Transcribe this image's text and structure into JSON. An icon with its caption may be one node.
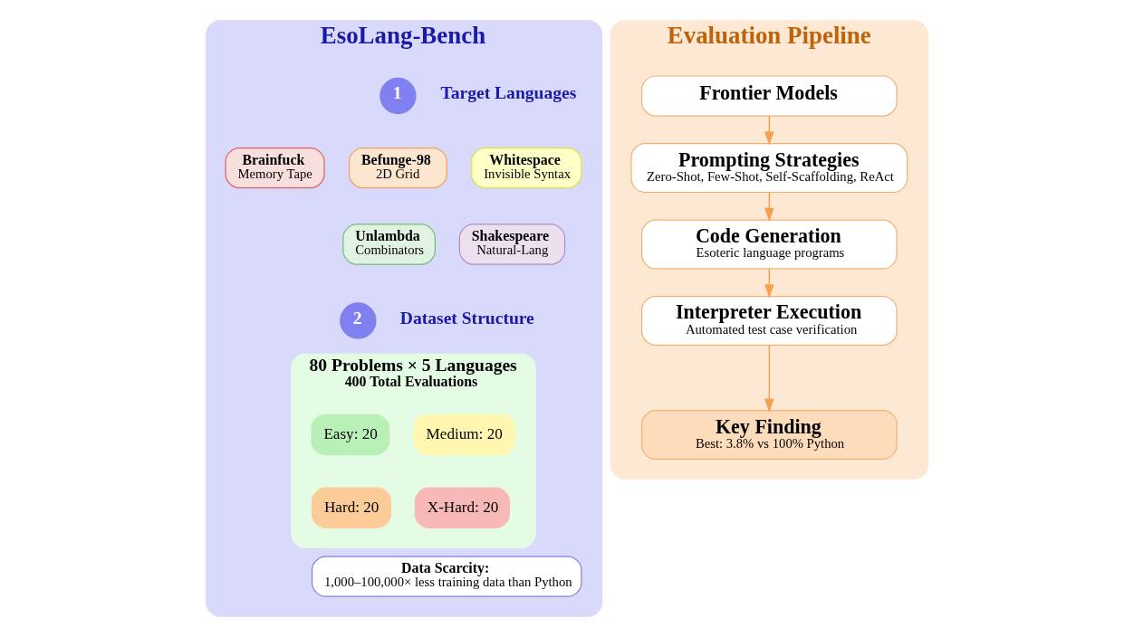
{
  "diagram": {
    "nodes": [
      {
        "text": [
          "EsoLang-Bench"
        ]
      },
      {
        "text": [
          "1"
        ],
        "in": 0,
        "beside": [
          "Target Languages"
        ]
      },
      {
        "text": [
          "Brainfuck",
          "Memory Tape"
        ],
        "in": 0
      },
      {
        "text": [
          "Befunge-98",
          "2D Grid"
        ],
        "in": 0
      },
      {
        "text": [
          "Whitespace",
          "Invisible Syntax"
        ],
        "in": 0
      },
      {
        "text": [
          "Unlambda",
          "Combinators"
        ],
        "in": 0
      },
      {
        "text": [
          "Shakespeare",
          "Natural-Lang"
        ],
        "in": 0
      },
      {
        "text": [
          "2"
        ],
        "in": 0,
        "beside": [
          "Dataset Structure"
        ]
      },
      {
        "text": [
          "80 Problems × 5 Languages",
          "400 Total Evaluations"
        ],
        "in": 0
      },
      {
        "text": [
          "Easy: 20"
        ],
        "in": 8
      },
      {
        "text": [
          "Medium: 20"
        ],
        "in": 8
      },
      {
        "text": [
          "Hard: 20"
        ],
        "in": 8
      },
      {
        "text": [
          "X-Hard: 20"
        ],
        "in": 8
      },
      {
        "text": [
          "Data Scarcity:",
          "1,000–100,000× less training data than Python"
        ],
        "in": 0
      },
      {
        "text": [
          "Evaluation Pipeline"
        ]
      },
      {
        "text": [
          "Frontier Models"
        ],
        "in": 14
      },
      {
        "text": [
          "Prompting Strategies",
          "Zero-Shot, Few-Shot, Self-Scaffolding, ReAct"
        ],
        "in": 14
      },
      {
        "text": [
          "Code Generation",
          "Esoteric language programs"
        ],
        "in": 14
      },
      {
        "text": [
          "Interpreter Execution",
          "Automated test case verification"
        ],
        "in": 14
      },
      {
        "text": [
          "Key Finding",
          "Best: 3.8% vs 100% Python"
        ],
        "in": 14
      }
    ],
    "edges": [
      {
        "from": 15,
        "to": 16,
        "arrow": "to"
      },
      {
        "from": 16,
        "to": 17,
        "arrow": "to"
      },
      {
        "from": 17,
        "to": 18,
        "arrow": "to"
      },
      {
        "from": 18,
        "to": 19,
        "arrow": "to"
      }
    ]
  }
}
